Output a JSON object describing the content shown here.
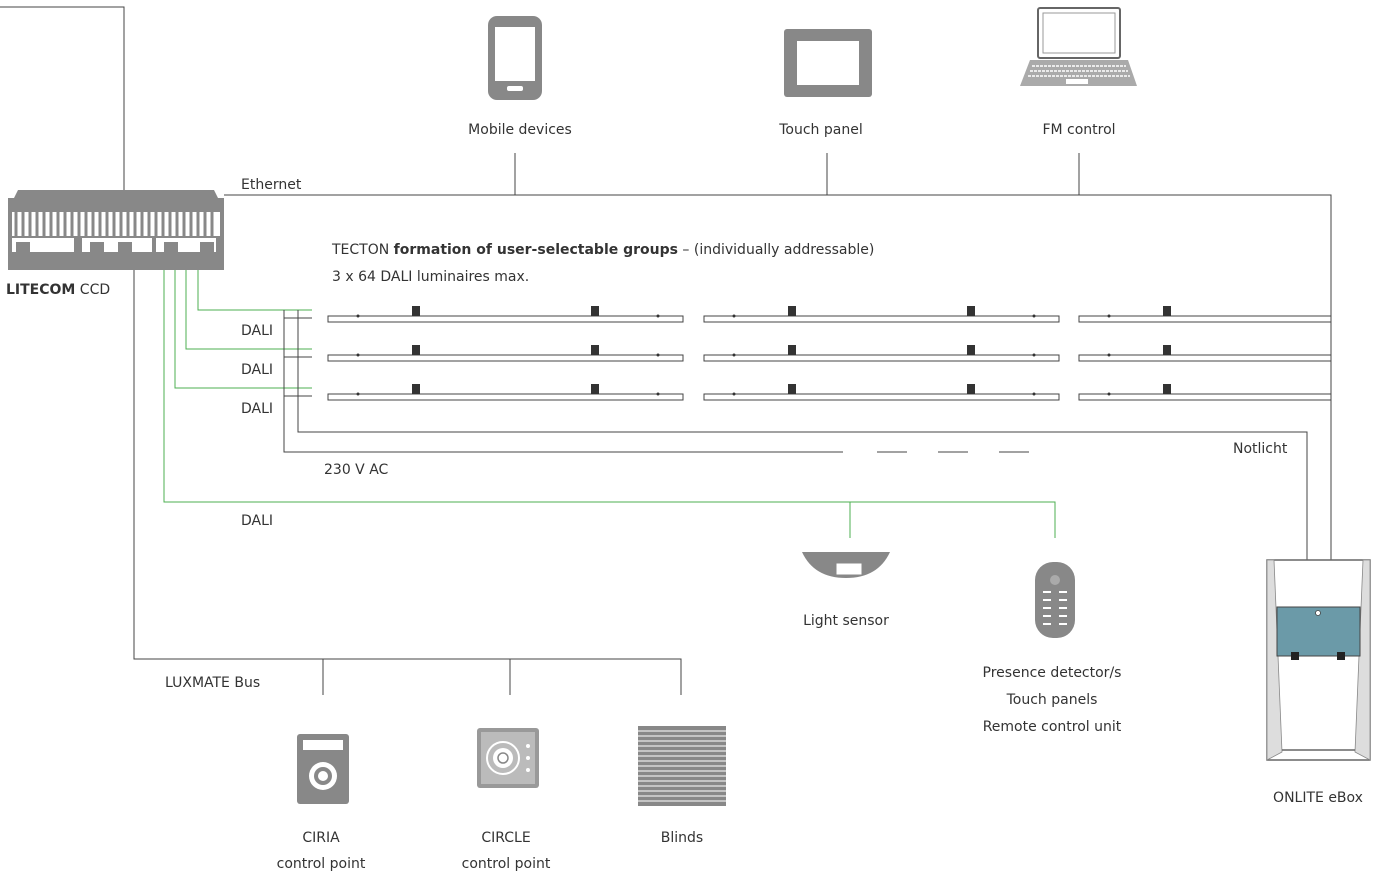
{
  "devices": {
    "mobile": "Mobile devices",
    "touch": "Touch panel",
    "fm": "FM control"
  },
  "bus": {
    "ethernet": "Ethernet",
    "dali": "DALI",
    "power": "230 V AC",
    "emergency": "Notlicht",
    "luxmate": "LUXMATE Bus"
  },
  "controller": {
    "name_bold": "LITECOM",
    "name_rest": " CCD"
  },
  "tecton": {
    "prefix": "TECTON ",
    "bold": "formation of user-selectable groups",
    "suffix": " – (individually addressable)",
    "max": "3 x 64 DALI luminaires max."
  },
  "sensors": {
    "light": "Light sensor",
    "presence": [
      "Presence detector/s",
      "Touch panels",
      "Remote control unit"
    ]
  },
  "controls": {
    "ciria": [
      "CIRIA",
      "control point"
    ],
    "circle": [
      "CIRCLE",
      "control point"
    ],
    "blinds": "Blinds"
  },
  "ebox": "ONLITE eBox",
  "colors": {
    "dali_line": "#4caf50",
    "ebox_window": "#6b9aa8"
  }
}
